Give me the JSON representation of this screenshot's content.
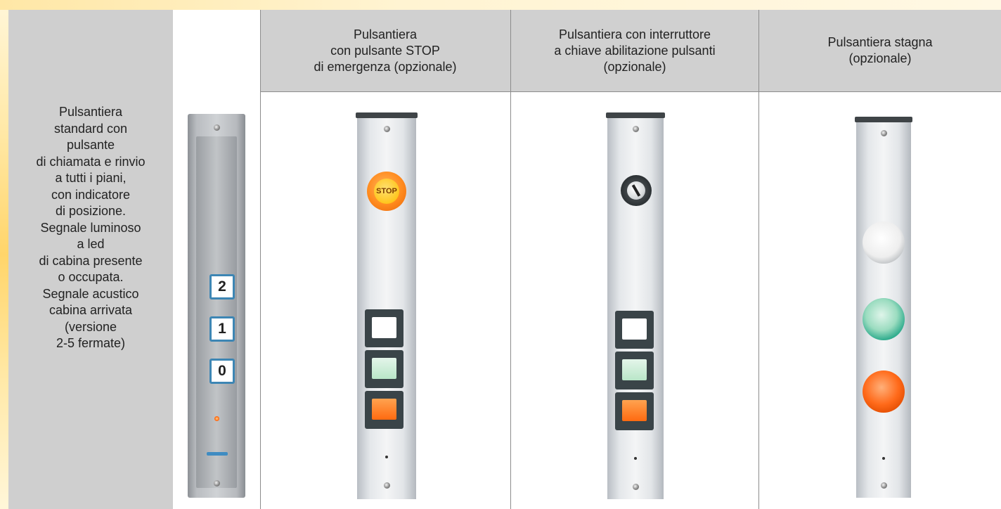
{
  "description": "Pulsantiera\nstandard con\npulsante\ndi chiamata e rinvio\na tutti i piani,\ncon indicatore\ndi posizione.\nSegnale luminoso\na led\ndi cabina presente\no occupata.\nSegnale acustico\ncabina arrivata\n(versione\n2-5 fermate)",
  "standard_panel": {
    "buttons": [
      "2",
      "1",
      "0"
    ]
  },
  "headers": {
    "stop": "Pulsantiera\ncon pulsante STOP\ndi emergenza (opzionale)",
    "key": "Pulsantiera con interruttore\na chiave abilitazione pulsanti\n(opzionale)",
    "stagna": "Pulsantiera stagna\n(opzionale)"
  },
  "stop_button_label": "STOP",
  "colors": {
    "header_bg": "#d0d0d0",
    "description_bg": "#cfcfcf",
    "grid_line": "#8c8c8c",
    "accent_blue": "#3d86b4"
  }
}
